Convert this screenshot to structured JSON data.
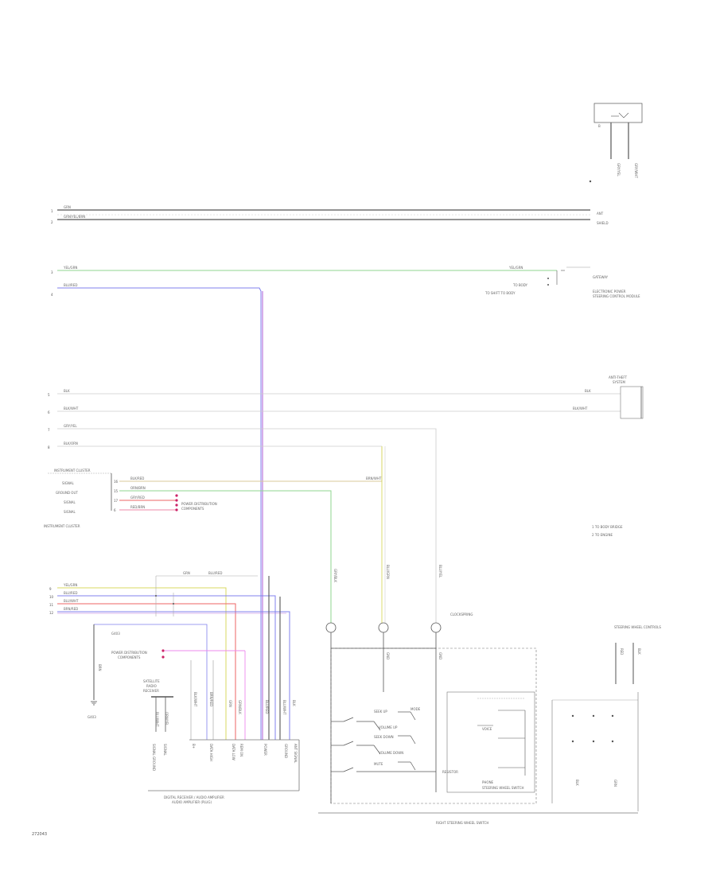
{
  "colors": {
    "wire_black": "#555555",
    "wire_green": "#8fd68f",
    "wire_blue": "#8080ee",
    "wire_violet": "#bb77dd",
    "wire_tan": "#d8c89a",
    "wire_yellow": "#d8d860",
    "wire_pink": "#ee88aa",
    "wire_red": "#ee6666",
    "wire_gray": "#aaaaaa",
    "wire_lightgray": "#cccccc",
    "connector_magenta": "#cc2266"
  },
  "icons": [
    "ground-symbol",
    "connector-circle",
    "switch-contact",
    "shield-wire"
  ],
  "top_bus": {
    "pin_1": "1",
    "pin_2": "2",
    "wire_1": "GRN",
    "wire_2": "GRN/YEL/BRN",
    "right_label_1": "ANT",
    "right_label_2": "SHIELD"
  },
  "antenna": {
    "label_a": "GRY/YEL",
    "label_b": "GRY/WHT",
    "pin_label": "B"
  },
  "green_blue_block": {
    "pin_3": "3",
    "pin_4": "4",
    "wire_yellow_left": "YEL/GRN",
    "wire_yellow_right": "YEL/GRN",
    "wire_blue": "BLU/RED",
    "right_title_1": "GATEWAY",
    "right_title_2": "ELECTRONIC POWER",
    "right_title_3": "STEERING CONTROL MODULE",
    "tag_1": "TO BODY",
    "tag_2": "TO SHIFT TO BODY"
  },
  "wire_group_2": {
    "pins": [
      "5",
      "6",
      "7",
      "8"
    ],
    "wires": [
      "BLK",
      "BLK/WHT",
      "GRY/YEL",
      "BLK/ORN"
    ],
    "right_labels": [
      "BLK",
      "BLK/WHT"
    ],
    "right_title_1": "ANTI-THEFT",
    "right_title_2": "SYSTEM"
  },
  "instrument_cluster": {
    "title": "INSTRUMENT CLUSTER",
    "header": "INSTRUMENT CLUSTER",
    "rows": [
      "SIGNAL",
      "GROUND OUT",
      "SIGNAL",
      "SIGNAL"
    ],
    "pin_nums": [
      "16",
      "15",
      "17",
      "6"
    ],
    "wire_labels": [
      "BLK/RED",
      "ORN/BRN",
      "GRY/RED",
      "RED/BRN"
    ],
    "wire_right": "BRN/WHT",
    "note_1": "POWER DISTRIBUTION",
    "note_2": "COMPONENTS"
  },
  "legend": {
    "line_1": "1  TO BODY BRIDGE",
    "line_2": "2  TO ENGINE"
  },
  "lower_left": {
    "pins": [
      "9",
      "10",
      "11",
      "12"
    ],
    "wires": [
      "YEL/GRN",
      "BLU/RED",
      "BLU/WHT",
      "BRN/RED"
    ],
    "top_label": "GRN",
    "top_label_2": "BLU/RED",
    "ground_label": "G403",
    "ground_wire": "BRN",
    "note_1": "POWER DISTRIBUTION",
    "note_2": "COMPONENTS",
    "side_title_1": "SATELLITE",
    "side_title_2": "RADIO",
    "side_title_3": "RECEIVER",
    "vertical_labels": [
      "BLU/WHT",
      "ORN/YEL",
      "BLK/WHT",
      "BRN/RED",
      "GRN",
      "GRN/BLK",
      "BLU/RED",
      "BLU/WHT",
      "BLK"
    ],
    "bottom_labels": [
      "SIGNAL GROUND",
      "SIGNAL",
      "B+",
      "DATA HIGH",
      "DATA LOW",
      "REM ON",
      "POWER",
      "GROUND",
      "ANT SIGNAL"
    ],
    "module_title_1": "DIGITAL RECEIVER / AUDIO AMPLIFIER",
    "module_title_2": "AUDIO AMPLIFIER (PLUG)"
  },
  "steering_section": {
    "clockspring": "CLOCKSPRING",
    "conn_labels": [
      "GRY/BLK",
      "BLU/GRN",
      "BLU/YEL"
    ],
    "gnd": "GND",
    "switch_labels": [
      "SEEK UP",
      "VOLUME UP",
      "SEEK DOWN",
      "VOLUME DOWN",
      "MUTE",
      "MODE",
      "RESISTOR",
      "VOICE",
      "PHONE"
    ],
    "switch_title": "RIGHT STEERING WHEEL SWITCH",
    "steering_sub": "STEERING WHEEL SWITCH",
    "right_box": "STEERING WHEEL CONTROLS",
    "right_cols": [
      "RED",
      "BLK",
      "BLK",
      "GRN"
    ]
  },
  "figure_code": "272043"
}
